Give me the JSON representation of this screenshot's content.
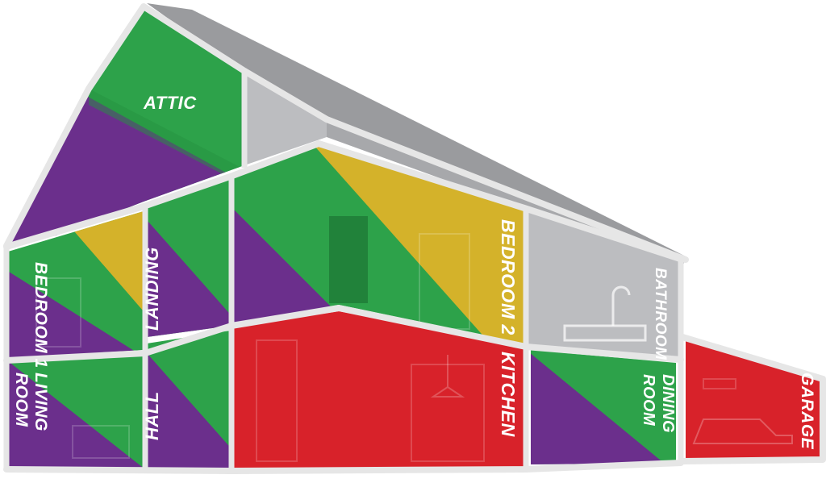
{
  "rooms": {
    "attic": "ATTIC",
    "bedroom1": "BEDROOM 1",
    "landing": "LANDING",
    "bedroom2": "BEDROOM 2",
    "bathroom": "BATHROOM",
    "living_room_line1": "LIVING",
    "living_room_line2": "ROOM",
    "hall": "HALL",
    "kitchen": "KITCHEN",
    "dining_room_line1": "DINING",
    "dining_room_line2": "ROOM",
    "garage": "GARAGE"
  },
  "colors": {
    "green": "#2da24a",
    "purple": "#6b2f8c",
    "yellow": "#d4b22a",
    "red": "#d8222a",
    "gray": "#bcbdc0",
    "roof": "#9a9b9e",
    "frame": "#e6e6e6"
  }
}
